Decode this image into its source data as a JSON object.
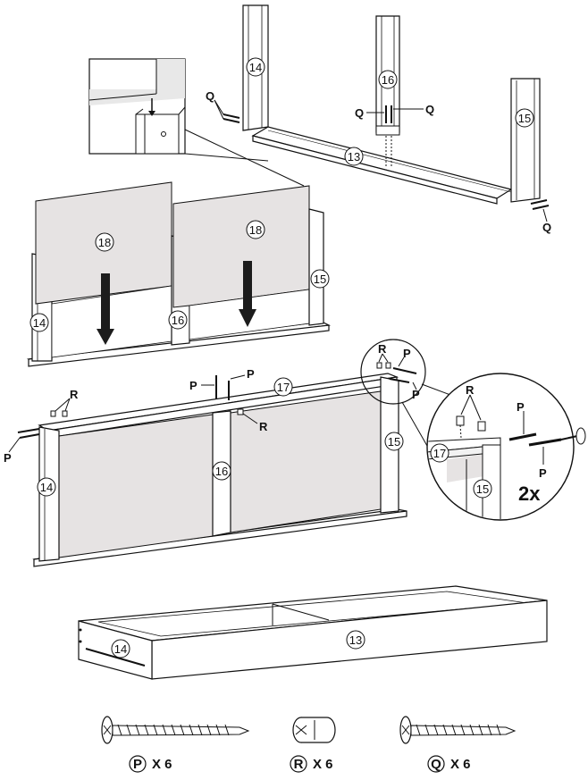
{
  "parts": {
    "p13": "13",
    "p14": "14",
    "p15": "15",
    "p16": "16",
    "p17": "17",
    "p18": "18"
  },
  "hardware": {
    "P": "P",
    "Q": "Q",
    "R": "R"
  },
  "detail_multiplier": "2x",
  "legend": [
    {
      "letter": "P",
      "qty": "X 6"
    },
    {
      "letter": "R",
      "qty": "X 6"
    },
    {
      "letter": "Q",
      "qty": "X 6"
    }
  ]
}
